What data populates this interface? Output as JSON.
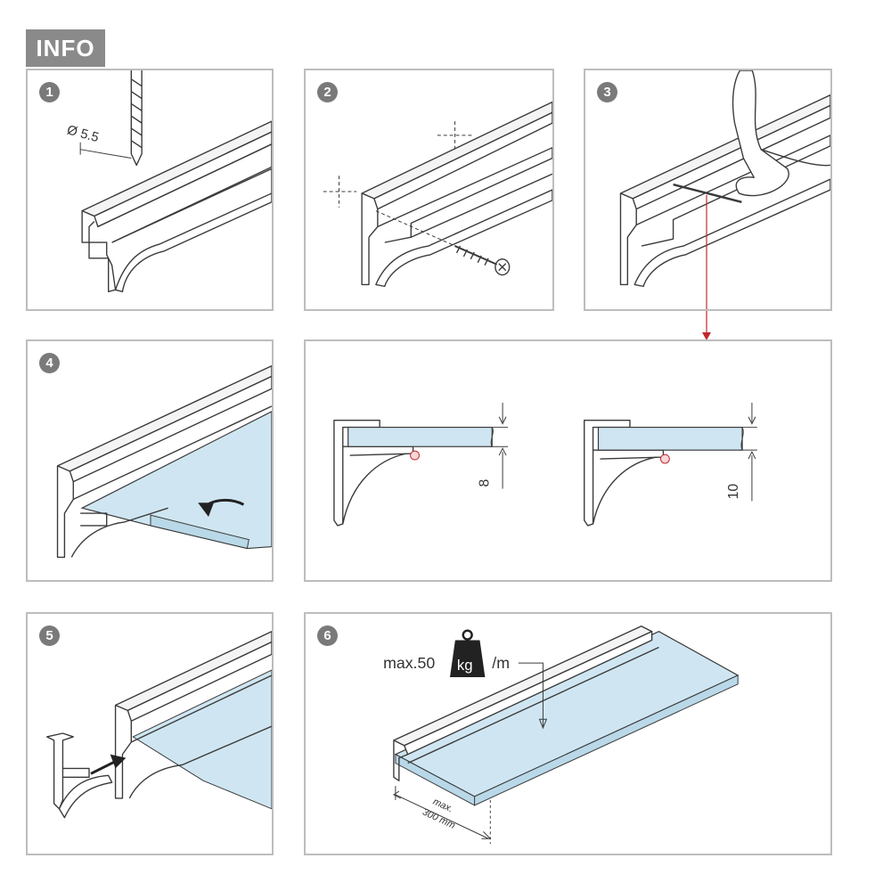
{
  "header": {
    "title": "INFO"
  },
  "steps": [
    {
      "number": "1",
      "drill_label": "Ø 5.5"
    },
    {
      "number": "2"
    },
    {
      "number": "3"
    },
    {
      "number": "4"
    },
    {
      "number": "5"
    },
    {
      "number": "6",
      "load_prefix": "max.50",
      "load_unit": "kg",
      "load_suffix": "/m",
      "depth_line1": "max.",
      "depth_line2": "300 mm"
    }
  ],
  "detail": {
    "thin_glass_gap": "8",
    "thick_glass_gap": "10"
  },
  "colors": {
    "frame": "#bdbdbd",
    "badge": "#7a7a7a",
    "glass": "#cfe6f2",
    "arrow_red": "#c0272d",
    "line": "#3a3a3a"
  }
}
